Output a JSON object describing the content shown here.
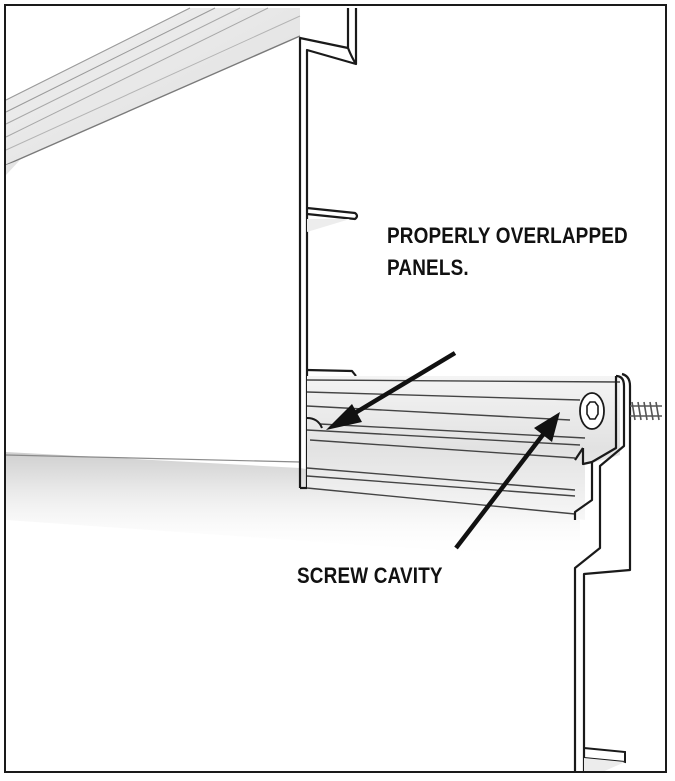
{
  "figure": {
    "annotations": {
      "overlap_line1": "PROPERLY OVERLAPPED",
      "overlap_line2": "PANELS.",
      "screw_cavity": "SCREW CAVITY"
    },
    "colors": {
      "outline": "#1a1a1a",
      "panel_fill": "#ffffff",
      "shade_light": "#ececec",
      "shade_mid": "#d6d6d6",
      "arrow": "#111111"
    }
  }
}
